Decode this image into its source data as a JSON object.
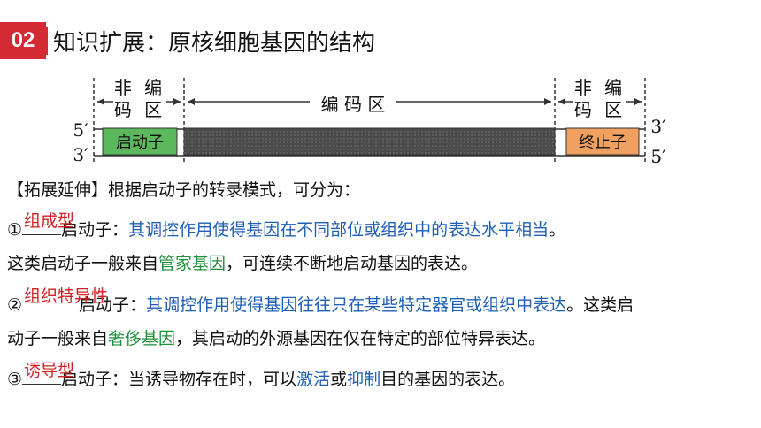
{
  "header": {
    "badge": "02",
    "title": "知识扩展：原核细胞基因的结构"
  },
  "diagram": {
    "left_region": "非 编\n码 区",
    "middle_region": "编 码 区",
    "right_region": "非 编\n码 区",
    "promoter": "启动子",
    "terminator": "终止子",
    "five_prime": "5′",
    "three_prime": "3′",
    "colors": {
      "promoter": "#5cb85c",
      "coding": "#555555",
      "terminator": "#f0a060"
    }
  },
  "content": {
    "intro": "【拓展延伸】根据启动子的转录模式，可分为：",
    "item1": {
      "num": "①",
      "answer": "组成型",
      "suffix": "启动子：",
      "desc": "其调控作用使得基因在不同部位或组织中的表达水平相当",
      "end": "。",
      "line2_a": "这类启动子一般来自",
      "line2_green": "管家基因",
      "line2_b": "，可连续不断地启动基因的表达。"
    },
    "item2": {
      "num": "②",
      "answer": "组织特异性",
      "suffix": "启动子：",
      "desc": "其调控作用使得基因往往只在某些特定器官或组织中表达",
      "end": "。这类启",
      "line2_a": "动子一般来自",
      "line2_green": "奢侈基因",
      "line2_b": "，其启动的外源基因在仅在特定的部位特异表达。"
    },
    "item3": {
      "num": "③",
      "answer": "诱导型",
      "suffix": "启动子：当诱导物存在时，可以",
      "blue1": "激活",
      "mid": "或",
      "blue2": "抑制",
      "end": "目的基因的表达。"
    }
  }
}
